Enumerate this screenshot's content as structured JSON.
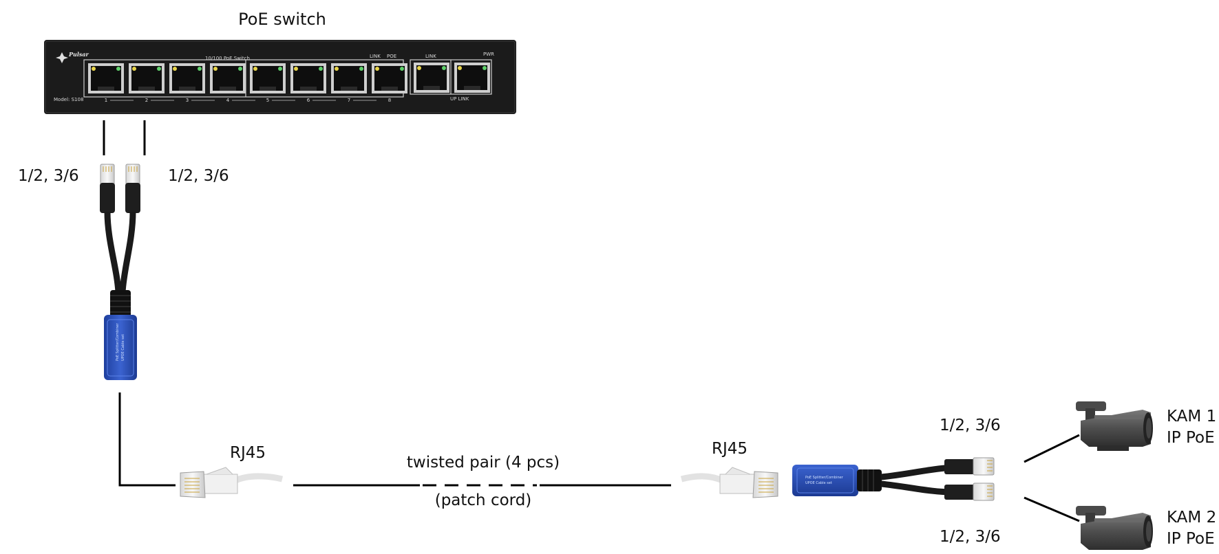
{
  "labels": {
    "switch": "PoE switch",
    "pairs_left_1": "1/2, 3/6",
    "pairs_left_2": "1/2, 3/6",
    "rj45_left": "RJ45",
    "rj45_right": "RJ45",
    "cable_main": "twisted pair (4 pcs)",
    "cable_sub": "(patch cord)",
    "pairs_right_top": "1/2, 3/6",
    "pairs_right_bottom": "1/2, 3/6",
    "cam1_line1": "KAM 1",
    "cam1_line2": "IP PoE",
    "cam2_line1": "KAM 2",
    "cam2_line2": "IP PoE"
  },
  "switch_panel": {
    "brand": "Pulsar",
    "title": "10/100  PoE Switch",
    "model": "Model: S108",
    "led_link": "LINK",
    "led_poe": "POE",
    "uplink_led": "LINK",
    "uplink_pwr": "PWR",
    "uplink_label": "UP LINK",
    "ports": [
      "1",
      "2",
      "3",
      "4",
      "5",
      "6",
      "7",
      "8"
    ]
  },
  "splitter_text": {
    "line1": "PoE Splitter/Combiner",
    "line2": "UPOE Cable set"
  },
  "colors": {
    "switch_body": "#1b1b1b",
    "splitter_blue": "#2f55bf",
    "cable_black": "#1a1a1a",
    "patch_white": "#eeeeee",
    "camera_gray": "#5a5a5a"
  }
}
